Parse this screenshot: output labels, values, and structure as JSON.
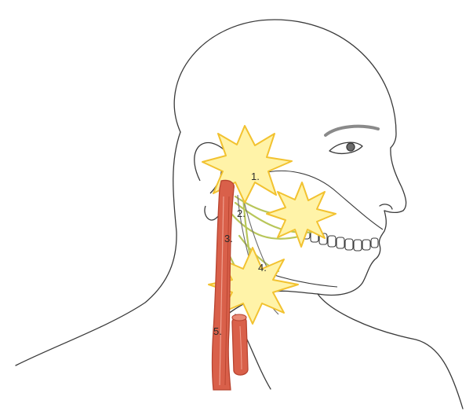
{
  "labels": {
    "one": "1.",
    "two": "2.",
    "three": "3.",
    "four": "4.",
    "five": "5."
  },
  "colors": {
    "outline": "#3a3a3a",
    "artery": "#d9604a",
    "artery_shade": "#b8432f",
    "nerve": "#b8c65a",
    "star_fill": "#fff3a8",
    "star_stroke": "#f2c230",
    "background": "#ffffff"
  }
}
